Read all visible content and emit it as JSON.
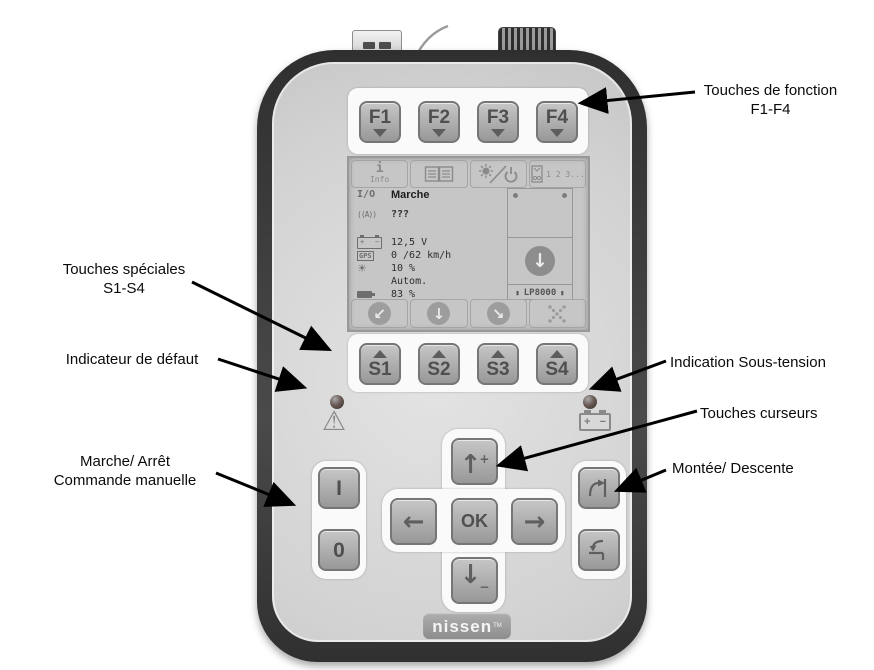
{
  "annotations": {
    "function_keys_1": "Touches de fonction",
    "function_keys_2": "F1-F4",
    "special_keys_1": "Touches spéciales",
    "special_keys_2": "S1-S4",
    "fault_indicator": "Indicateur de défaut",
    "undervoltage": "Indication Sous-tension",
    "cursor_keys": "Touches curseurs",
    "on_off_1": "Marche/ Arrêt",
    "on_off_2": "Commande manuelle",
    "up_down": "Montée/ Descente"
  },
  "device": {
    "brand": "nissen",
    "trademark": "TM",
    "function_keys": [
      "F1",
      "F2",
      "F3",
      "F4"
    ],
    "special_keys": [
      "S1",
      "S2",
      "S3",
      "S4"
    ],
    "power_on": "I",
    "power_off": "0",
    "ok": "OK"
  },
  "screen": {
    "info_label": "Info",
    "counter_label": "1 2 3...",
    "io_state": "Marche",
    "signal_value": "???",
    "voltage": "12,5 V",
    "gps_label": "GPS",
    "speed": "0 /62 km/h",
    "brightness": "10 %",
    "mode": "Autom.",
    "battery_level": "83 %",
    "machine_label": "LP8000"
  },
  "icons": {
    "up_arrow": "↑",
    "down_arrow": "↓",
    "left_arrow": "←",
    "right_arrow": "→",
    "diag_down_left": "↙",
    "diag_down_right": "↘",
    "plus": "+",
    "minus": "−",
    "warning": "⚠",
    "antenna": "((A))",
    "io_top": "I",
    "io_slash": "/",
    "io_bottom": "O",
    "sun": "☀",
    "end_mark": "▮"
  },
  "colors": {
    "body_rim": "#3a3a3a",
    "face": "#d8d8d8",
    "panel": "#fafafa",
    "screen_bg": "#c6c6c6",
    "annotation": "#0b0b0b"
  }
}
